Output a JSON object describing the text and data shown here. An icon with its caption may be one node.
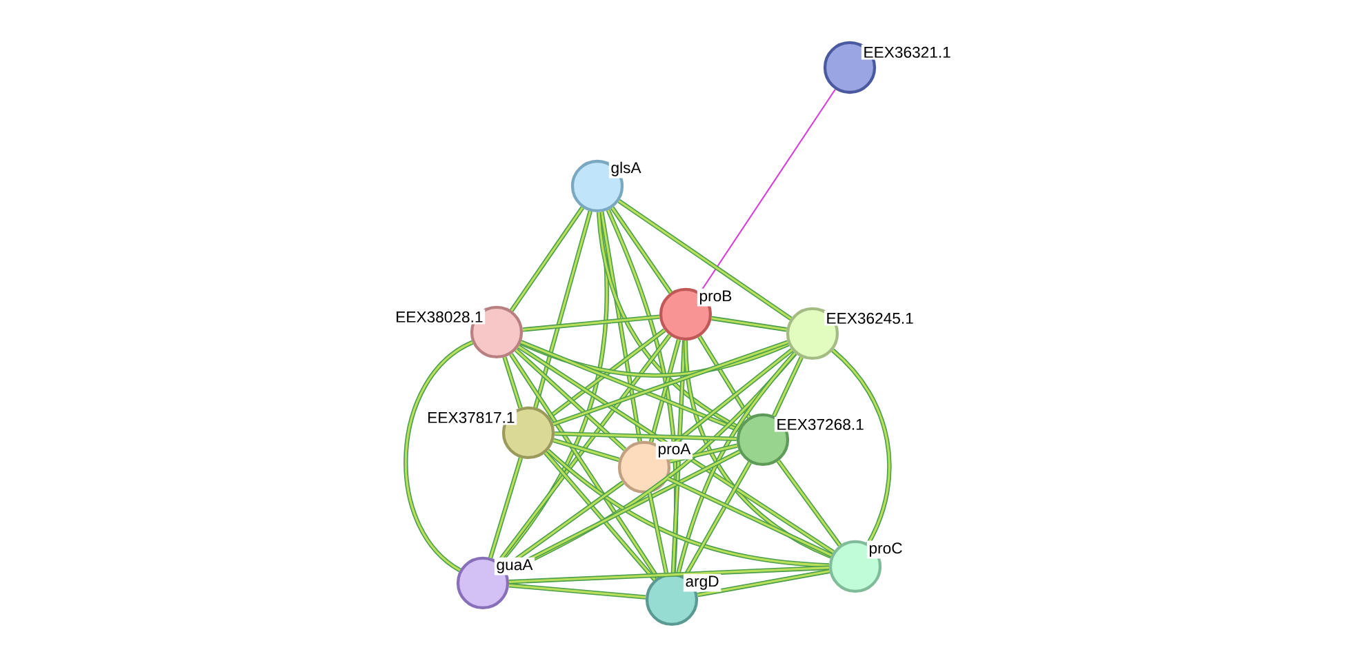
{
  "diagram": {
    "nodes": [
      {
        "text": [
          "EEX36321.1"
        ]
      },
      {
        "text": [
          "glsA"
        ]
      },
      {
        "text": [
          "proB"
        ]
      },
      {
        "text": [
          "EEX38028.1"
        ]
      },
      {
        "text": [
          "EEX36245.1"
        ]
      },
      {
        "text": [
          "EEX37817.1"
        ]
      },
      {
        "text": [
          "EEX37268.1"
        ]
      },
      {
        "text": [
          "proA"
        ]
      },
      {
        "text": [
          "guaA"
        ]
      },
      {
        "text": [
          "argD"
        ]
      },
      {
        "text": [
          "proC"
        ]
      }
    ],
    "edges": [
      {
        "from": 2,
        "to": 0,
        "arrow": "none",
        "color": "#d63ed6"
      },
      {
        "from": 1,
        "to": 3,
        "arrow": "none"
      },
      {
        "from": 1,
        "to": 5,
        "arrow": "none"
      },
      {
        "from": 1,
        "to": 8,
        "arrow": "none"
      },
      {
        "from": 1,
        "to": 7,
        "arrow": "none"
      },
      {
        "from": 1,
        "to": 2,
        "arrow": "none"
      },
      {
        "from": 1,
        "to": 6,
        "arrow": "none"
      },
      {
        "from": 1,
        "to": 4,
        "arrow": "none"
      },
      {
        "from": 1,
        "to": 9,
        "arrow": "none"
      },
      {
        "from": 2,
        "to": 3,
        "arrow": "none"
      },
      {
        "from": 2,
        "to": 4,
        "arrow": "none"
      },
      {
        "from": 2,
        "to": 5,
        "arrow": "none"
      },
      {
        "from": 2,
        "to": 6,
        "arrow": "none"
      },
      {
        "from": 2,
        "to": 7,
        "arrow": "none"
      },
      {
        "from": 2,
        "to": 8,
        "arrow": "none"
      },
      {
        "from": 2,
        "to": 9,
        "arrow": "none"
      },
      {
        "from": 2,
        "to": 10,
        "arrow": "none"
      },
      {
        "from": 3,
        "to": 4,
        "arrow": "none"
      },
      {
        "from": 3,
        "to": 5,
        "arrow": "none"
      },
      {
        "from": 3,
        "to": 6,
        "arrow": "none"
      },
      {
        "from": 3,
        "to": 7,
        "arrow": "none"
      },
      {
        "from": 3,
        "to": 8,
        "arrow": "none"
      },
      {
        "from": 3,
        "to": 9,
        "arrow": "none"
      },
      {
        "from": 3,
        "to": 10,
        "arrow": "none"
      },
      {
        "from": 4,
        "to": 5,
        "arrow": "none"
      },
      {
        "from": 4,
        "to": 6,
        "arrow": "none"
      },
      {
        "from": 4,
        "to": 7,
        "arrow": "none"
      },
      {
        "from": 4,
        "to": 8,
        "arrow": "none"
      },
      {
        "from": 4,
        "to": 9,
        "arrow": "none"
      },
      {
        "from": 4,
        "to": 10,
        "arrow": "none"
      },
      {
        "from": 5,
        "to": 6,
        "arrow": "none"
      },
      {
        "from": 5,
        "to": 7,
        "arrow": "none"
      },
      {
        "from": 5,
        "to": 8,
        "arrow": "none"
      },
      {
        "from": 5,
        "to": 9,
        "arrow": "none"
      },
      {
        "from": 5,
        "to": 10,
        "arrow": "none"
      },
      {
        "from": 6,
        "to": 7,
        "arrow": "none"
      },
      {
        "from": 6,
        "to": 8,
        "arrow": "none"
      },
      {
        "from": 6,
        "to": 9,
        "arrow": "none"
      },
      {
        "from": 6,
        "to": 10,
        "arrow": "none"
      },
      {
        "from": 7,
        "to": 8,
        "arrow": "none"
      },
      {
        "from": 7,
        "to": 9,
        "arrow": "none"
      },
      {
        "from": 7,
        "to": 10,
        "arrow": "none"
      },
      {
        "from": 8,
        "to": 9,
        "arrow": "none"
      },
      {
        "from": 8,
        "to": 10,
        "arrow": "none"
      },
      {
        "from": 9,
        "to": 10,
        "arrow": "none"
      }
    ]
  }
}
